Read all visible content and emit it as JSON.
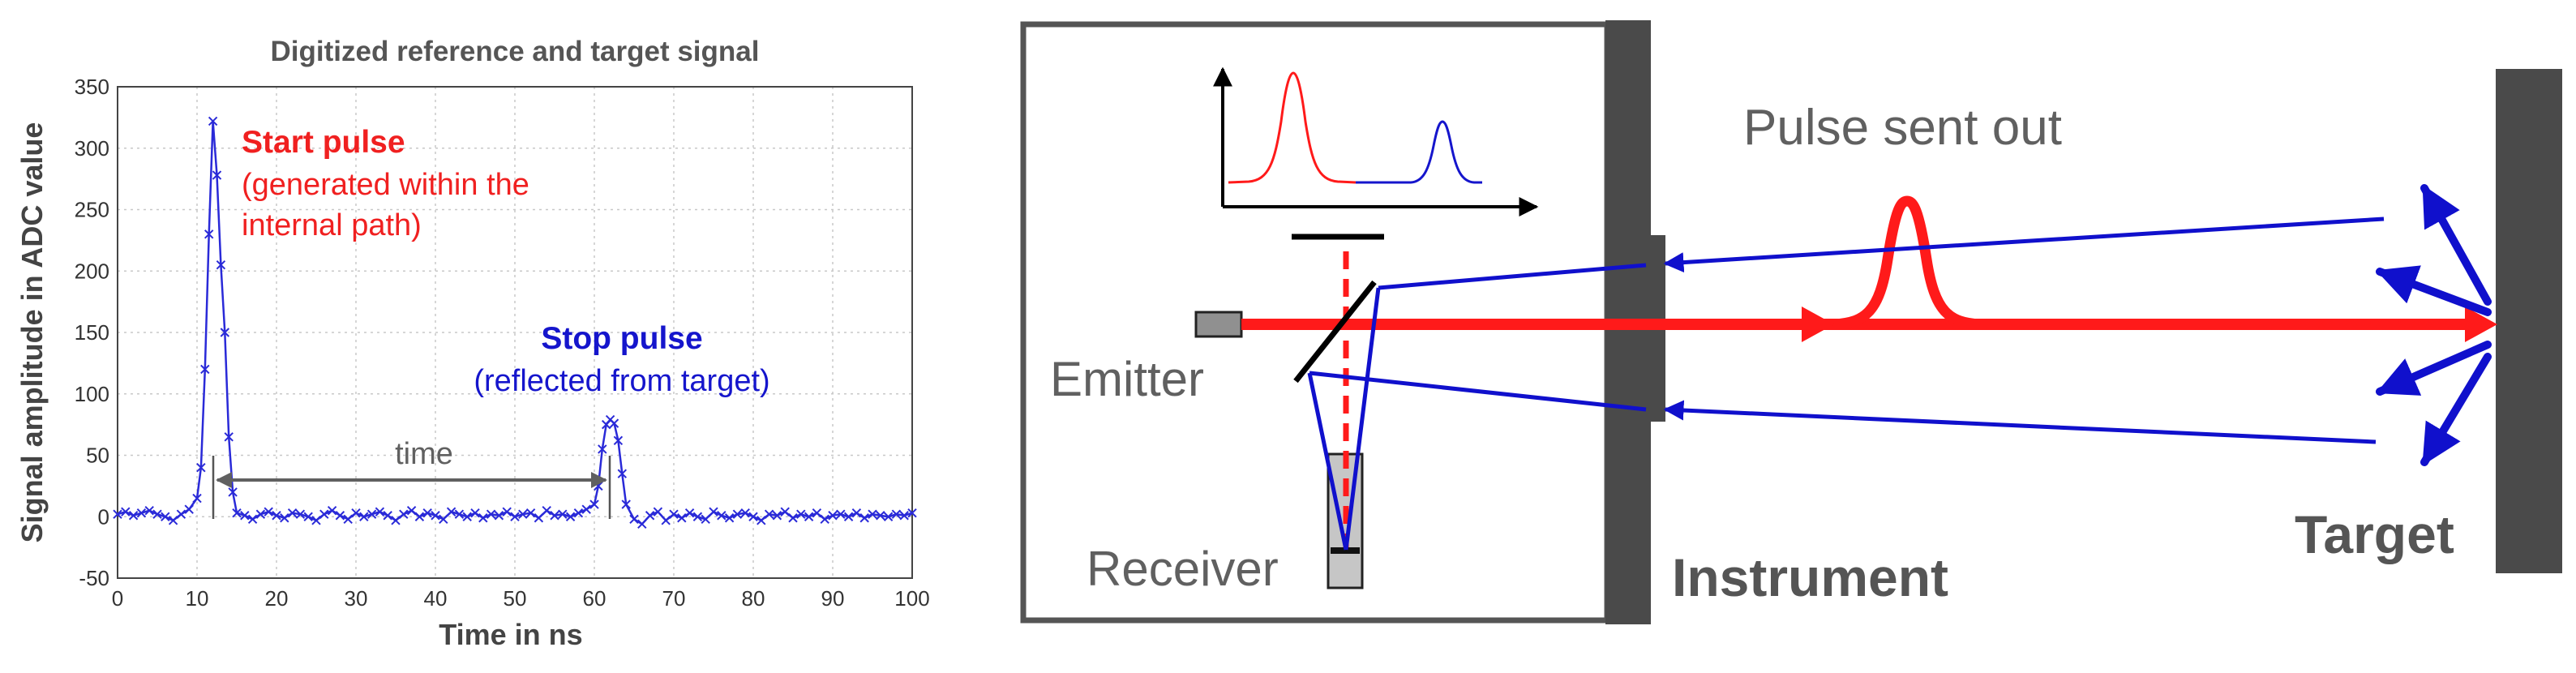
{
  "chart": {
    "title": "Digitized reference and target signal",
    "xlabel": "Time in ns",
    "ylabel": "Signal amplitude in ADC value",
    "x_ticks": [
      "0",
      "10",
      "20",
      "30",
      "40",
      "50",
      "60",
      "70",
      "80",
      "90",
      "100"
    ],
    "y_ticks": [
      "-50",
      "0",
      "50",
      "100",
      "150",
      "200",
      "250",
      "300",
      "350"
    ],
    "start_pulse": {
      "title": "Start pulse",
      "line1": "(generated within the",
      "line2": "internal path)"
    },
    "stop_pulse": {
      "title": "Stop pulse",
      "line1": "(reflected from target)"
    },
    "time_label": "time"
  },
  "chart_data": {
    "type": "line",
    "xlim": [
      0,
      100
    ],
    "ylim": [
      -50,
      350
    ],
    "grid": true,
    "series": [
      {
        "color": "#2a2ad8",
        "x": [
          0,
          1,
          2,
          3,
          4,
          5,
          6,
          7,
          8,
          9,
          10,
          10.5,
          11,
          11.5,
          12,
          12.5,
          13,
          13.5,
          14,
          14.5,
          15,
          16,
          17,
          18,
          19,
          20,
          21,
          22,
          23,
          24,
          25,
          26,
          27,
          28,
          29,
          30,
          31,
          32,
          33,
          34,
          35,
          36,
          37,
          38,
          39,
          40,
          41,
          42,
          43,
          44,
          45,
          46,
          47,
          48,
          49,
          50,
          51,
          52,
          53,
          54,
          55,
          56,
          57,
          58,
          59,
          60,
          60.5,
          61,
          61.5,
          62,
          62.5,
          63,
          63.5,
          64,
          65,
          66,
          67,
          68,
          69,
          70,
          71,
          72,
          73,
          74,
          75,
          76,
          77,
          78,
          79,
          80,
          81,
          82,
          83,
          84,
          85,
          86,
          87,
          88,
          89,
          90,
          91,
          92,
          93,
          94,
          95,
          96,
          97,
          98,
          99,
          100
        ],
        "values": [
          2,
          4,
          1,
          3,
          5,
          2,
          0,
          -3,
          2,
          6,
          15,
          40,
          120,
          230,
          322,
          278,
          205,
          150,
          65,
          20,
          3,
          1,
          -2,
          2,
          4,
          1,
          -1,
          3,
          2,
          0,
          -3,
          2,
          5,
          1,
          -2,
          3,
          0,
          2,
          4,
          1,
          -3,
          2,
          5,
          0,
          3,
          1,
          -2,
          4,
          2,
          0,
          3,
          -1,
          2,
          1,
          4,
          0,
          2,
          3,
          -1,
          5,
          1,
          2,
          0,
          3,
          6,
          10,
          25,
          55,
          75,
          79,
          76,
          62,
          35,
          10,
          -2,
          -6,
          1,
          4,
          -3,
          2,
          -1,
          3,
          0,
          -2,
          4,
          1,
          -1,
          2,
          3,
          0,
          -3,
          2,
          1,
          4,
          -1,
          2,
          0,
          3,
          -2,
          1,
          2,
          0,
          3,
          -1,
          2,
          1,
          0,
          2,
          1,
          3
        ]
      }
    ]
  },
  "diagram": {
    "emitter_label": "Emitter",
    "receiver_label": "Receiver",
    "instrument_label": "Instrument",
    "pulse_label": "Pulse sent out",
    "target_label": "Target"
  },
  "colors": {
    "signal": "#2a2ad8",
    "start_text": "#f02020",
    "stop_text": "#1515cc",
    "laser": "#ff1a1a",
    "reflect": "#1010cc",
    "wall": "#4a4a4a",
    "frame": "#555555",
    "grid": "#c8c8c8",
    "label_gray": "#606060"
  }
}
